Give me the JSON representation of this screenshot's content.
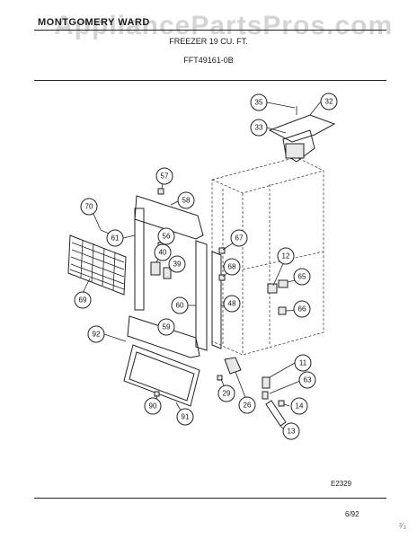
{
  "header": {
    "brand": "MONTGOMERY WARD",
    "title": "FREEZER 19 CU. FT.",
    "model": "FFT49161-0B"
  },
  "watermark": "AppliancePartsPros.com",
  "footer": {
    "figure_code": "E2329",
    "date": "6/92",
    "corner_mark": "²⁄₃"
  },
  "callouts": {
    "c35": "35",
    "c32": "32",
    "c33": "33",
    "c57": "57",
    "c58": "58",
    "c70": "70",
    "c61": "61",
    "c56": "56",
    "c40": "40",
    "c39": "39",
    "c67": "67",
    "c68": "68",
    "c12": "12",
    "c65": "65",
    "c69": "69",
    "c60": "60",
    "c48": "48",
    "c66": "66",
    "c92": "92",
    "c59": "59",
    "c11": "11",
    "c63": "63",
    "c29": "29",
    "c26": "26",
    "c14": "14",
    "c90": "90",
    "c91": "91",
    "c13": "13"
  }
}
